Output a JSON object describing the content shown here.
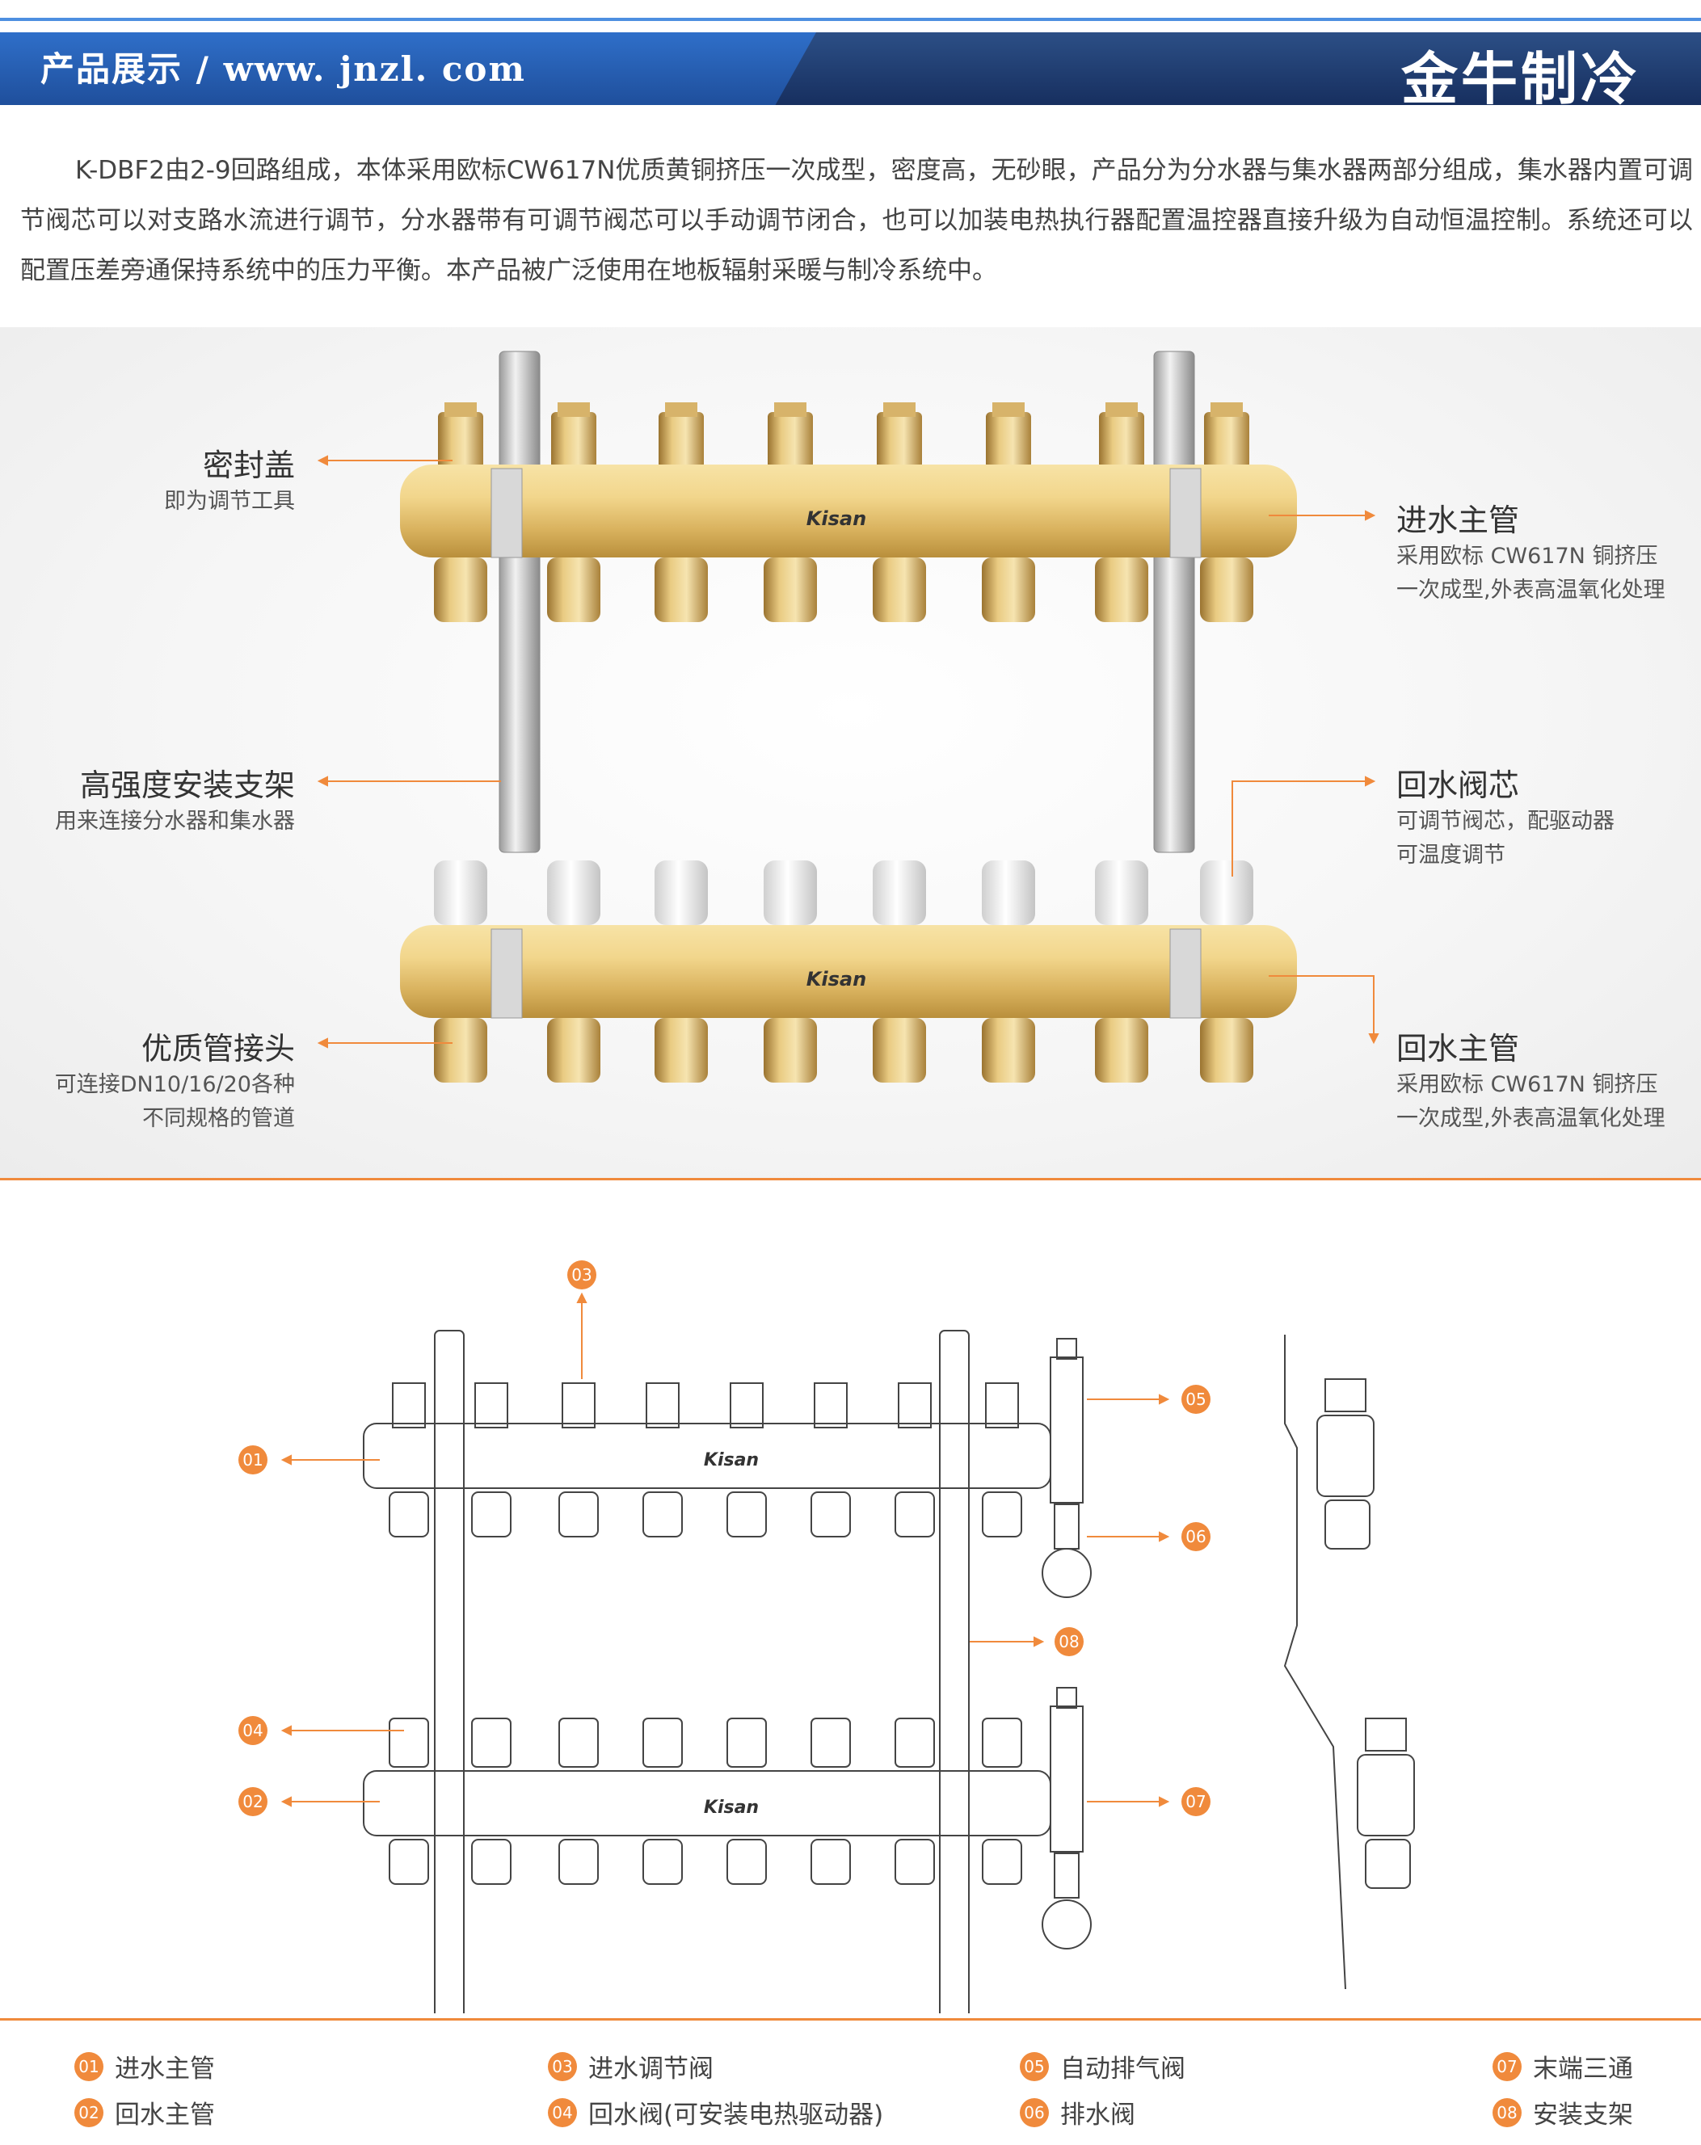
{
  "header": {
    "title_prefix": "产品展示 / ",
    "title_url": "www. jnzl. com",
    "brand": "金牛制冷"
  },
  "intro": {
    "text": "K-DBF2由2-9回路组成，本体采用欧标CW617N优质黄铜挤压一次成型，密度高，无砂眼，产品分为分水器与集水器两部分组成，集水器内置可调节阀芯可以对支路水流进行调节，分水器带有可调节阀芯可以手动调节闭合，也可以加装电热执行器配置温控器直接升级为自动恒温控制。系统还可以配置压差旁通保持系统中的压力平衡。本产品被广泛使用在地板辐射采暖与制冷系统中。"
  },
  "photo": {
    "logo": "Kisan",
    "labels": {
      "seal_cap": {
        "title": "密封盖",
        "sub": [
          "即为调节工具"
        ]
      },
      "bracket": {
        "title": "高强度安装支架",
        "sub": [
          "用来连接分水器和集水器"
        ]
      },
      "fitting": {
        "title": "优质管接头",
        "sub": [
          "可连接DN10/16/20各种",
          "不同规格的管道"
        ]
      },
      "inlet_pipe": {
        "title": "进水主管",
        "sub": [
          "采用欧标 CW617N 铜挤压",
          "一次成型,外表高温氧化处理"
        ]
      },
      "return_valve": {
        "title": "回水阀芯",
        "sub": [
          "可调节阀芯，配驱动器",
          "可温度调节"
        ]
      },
      "return_pipe": {
        "title": "回水主管",
        "sub": [
          "采用欧标 CW617N 铜挤压",
          "一次成型,外表高温氧化处理"
        ]
      }
    }
  },
  "diagram": {
    "logo": "Kisan",
    "callouts": [
      "01",
      "02",
      "03",
      "04",
      "05",
      "06",
      "07",
      "08"
    ]
  },
  "legend": {
    "items": [
      {
        "num": "01",
        "label": "进水主管"
      },
      {
        "num": "02",
        "label": "回水主管"
      },
      {
        "num": "03",
        "label": "进水调节阀"
      },
      {
        "num": "04",
        "label": "回水阀(可安装电热驱动器)"
      },
      {
        "num": "05",
        "label": "自动排气阀"
      },
      {
        "num": "06",
        "label": "排水阀"
      },
      {
        "num": "07",
        "label": "末端三通"
      },
      {
        "num": "08",
        "label": "安装支架"
      }
    ]
  },
  "colors": {
    "accent": "#f08a3c",
    "header_blue": "#2f6fc9",
    "brass": "#e8c978"
  }
}
